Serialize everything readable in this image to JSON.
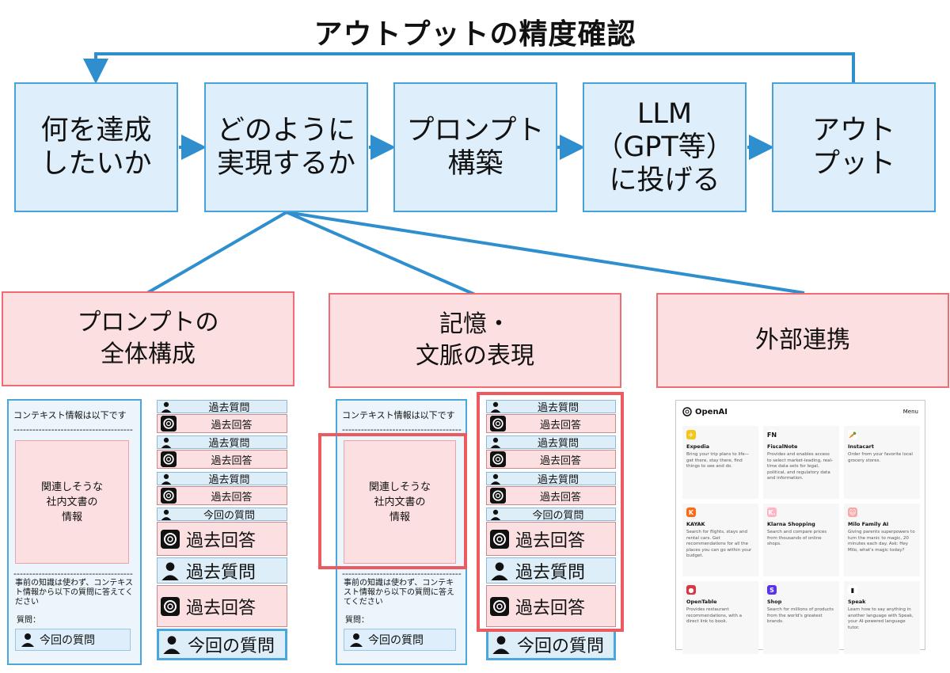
{
  "title": "アウトプットの精度確認",
  "flow": [
    {
      "label": "何を達成\nしたいか"
    },
    {
      "label": "どのように\n実現するか"
    },
    {
      "label": "プロンプト\n構築"
    },
    {
      "label": "LLM\n（GPT等）\nに投げる"
    },
    {
      "label": "アウト\nプット"
    }
  ],
  "categories": [
    {
      "label": "プロンプトの\n全体構成"
    },
    {
      "label": "記憶・\n文脈の表現"
    },
    {
      "label": "外部連携"
    }
  ],
  "context_panel": {
    "header": "コンテキスト情報は以下です",
    "dashes": "--------------------------------------",
    "doc": "関連しそうな\n社内文書の\n情報",
    "instruction": "事前の知識は使わず、コンテキスト情報から以下の質問に答えてください",
    "question_label": "質問：",
    "current_question": "今回の質問"
  },
  "chat": {
    "past_question": "過去質問",
    "past_answer": "過去回答",
    "current_question": "今回の質問"
  },
  "openai": {
    "brand": "OpenAI",
    "menu": "Menu",
    "plugins": [
      {
        "name": "Expedia",
        "desc": "Bring your trip plans to life—get there, stay there, find things to see and do.",
        "color": "#f5c518",
        "glyph": "✈"
      },
      {
        "name": "FiscalNote",
        "desc": "Provides and enables access to select market-leading, real-time data sets for legal, political, and regulatory data and information.",
        "color": "#ffffff",
        "glyph": "FN"
      },
      {
        "name": "Instacart",
        "desc": "Order from your favorite local grocery stores.",
        "color": "#ffffff",
        "glyph": "🥕"
      },
      {
        "name": "KAYAK",
        "desc": "Search for flights, stays and rental cars. Get recommendations for all the places you can go within your budget.",
        "color": "#ff690f",
        "glyph": "K"
      },
      {
        "name": "Klarna Shopping",
        "desc": "Search and compare prices from thousands of online shops.",
        "color": "#ffb3c7",
        "glyph": "K."
      },
      {
        "name": "Milo Family AI",
        "desc": "Giving parents superpowers to turn the manic to magic, 20 minutes each day. Ask: Hey Milo, what's magic today?",
        "color": "#f7a8a8",
        "glyph": "🐱"
      },
      {
        "name": "OpenTable",
        "desc": "Provides restaurant recommendations, with a direct link to book.",
        "color": "#da3743",
        "glyph": "●"
      },
      {
        "name": "Shop",
        "desc": "Search for millions of products from the world's greatest brands.",
        "color": "#5a31f4",
        "glyph": "S"
      },
      {
        "name": "Speak",
        "desc": "Learn how to say anything in another language with Speak, your AI-powered language tutor.",
        "color": "#ffffff",
        "glyph": "▮"
      }
    ]
  },
  "colors": {
    "blue_border": "#45a3d9",
    "red_border": "#ec5a5f",
    "blue_fill": "#deeefa",
    "pink_fill": "#fcdfe0"
  }
}
